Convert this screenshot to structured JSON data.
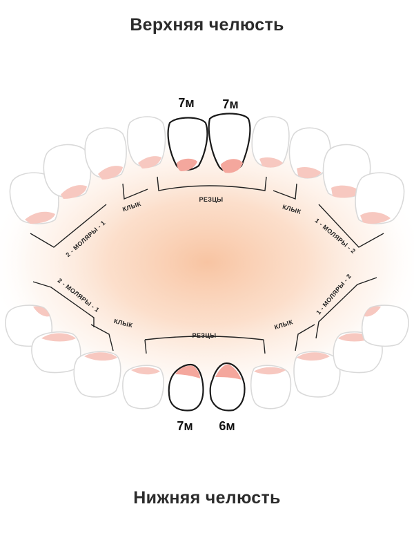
{
  "titles": {
    "upper_jaw": "Верхняя челюсть",
    "lower_jaw": "Нижняя челюсть"
  },
  "labels": {
    "upper_incisors": "РЕЗЦЫ",
    "upper_canine_left": "КЛЫК",
    "upper_canine_right": "КЛЫК",
    "upper_molars_left": "2 - МОЛЯРЫ - 1",
    "upper_molars_right": "1 - МОЛЯРЫ - 2",
    "lower_incisors": "РЕЗЦЫ",
    "lower_canine_left": "КЛЫК",
    "lower_canine_right": "КЛЫК",
    "lower_molars_left": "2 - МОЛЯРЫ - 1",
    "lower_molars_right": "1 - МОЛЯРЫ - 2"
  },
  "eruption_ages": {
    "upper_left_central": "7м",
    "upper_right_central": "7м",
    "lower_left_central": "7м",
    "lower_right_central": "6м"
  },
  "colors": {
    "glow_center": "#f8c9a8",
    "gum": "#f4a79d",
    "outline_highlight": "#1a1a1a",
    "outline_faded": "#d9d9d9"
  }
}
